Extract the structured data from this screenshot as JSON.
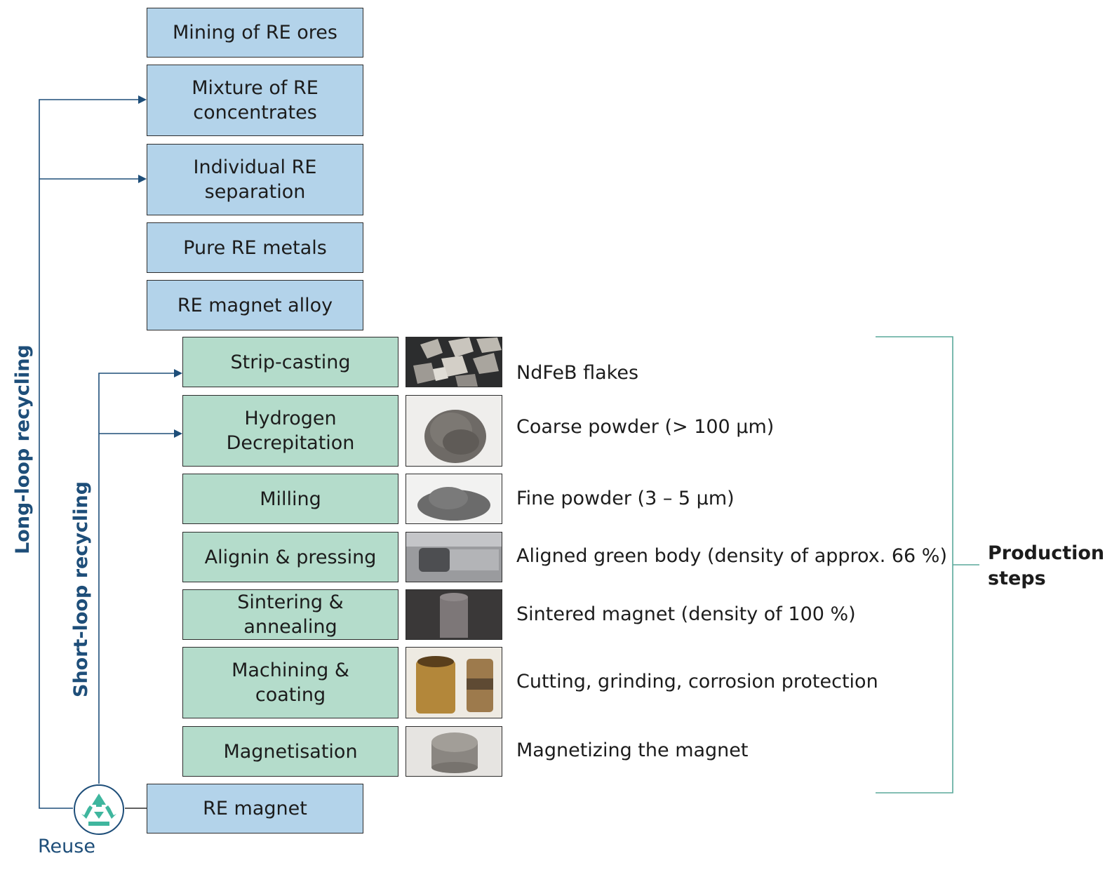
{
  "process_boxes": [
    {
      "label": "Mining of RE ores"
    },
    {
      "label": "Mixture of RE concentrates"
    },
    {
      "label": "Individual RE separation"
    },
    {
      "label": "Pure RE metals"
    },
    {
      "label": "RE magnet alloy"
    },
    {
      "label": "RE magnet"
    }
  ],
  "production_steps": [
    {
      "label": "Strip-casting",
      "description": "NdFeB flakes"
    },
    {
      "label": "Hydrogen Decrepitation",
      "description": "Coarse powder (> 100 µm)"
    },
    {
      "label": "Milling",
      "description": "Fine powder (3 – 5 µm)"
    },
    {
      "label": "Alignin & pressing",
      "description": "Aligned green body (density of approx. 66 %)"
    },
    {
      "label": "Sintering & annealing",
      "description": "Sintered magnet (density of 100 %)"
    },
    {
      "label": "Machining & coating",
      "description": "Cutting, grinding, corrosion protection"
    },
    {
      "label": "Magnetisation",
      "description": "Magnetizing the magnet"
    }
  ],
  "labels": {
    "long_loop": "Long-loop recycling",
    "short_loop": "Short-loop recycling",
    "reuse": "Reuse",
    "production_steps_line1": "Production",
    "production_steps_line2": "steps"
  },
  "colors": {
    "upstream_box": "#b3d3ea",
    "production_box": "#b4dccb",
    "loop_lines": "#1e4e79",
    "bracket": "#5aa89a",
    "recycle_icon": "#3fb69e"
  },
  "icons": {
    "reuse": "recycle-icon"
  }
}
